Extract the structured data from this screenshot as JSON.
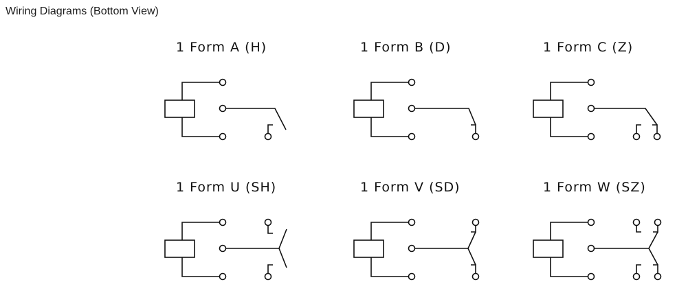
{
  "page": {
    "title": "Wiring Diagrams (Bottom View)"
  },
  "diagrams": [
    {
      "id": "1a",
      "label": "1 Form A (H)",
      "contact": "A"
    },
    {
      "id": "1b",
      "label": "1 Form B (D)",
      "contact": "B"
    },
    {
      "id": "1c",
      "label": "1 Form C (Z)",
      "contact": "C"
    },
    {
      "id": "1u",
      "label": "1 Form U (SH)",
      "contact": "U"
    },
    {
      "id": "1v",
      "label": "1 Form V (SD)",
      "contact": "V"
    },
    {
      "id": "1w",
      "label": "1 Form W (SZ)",
      "contact": "W"
    }
  ]
}
